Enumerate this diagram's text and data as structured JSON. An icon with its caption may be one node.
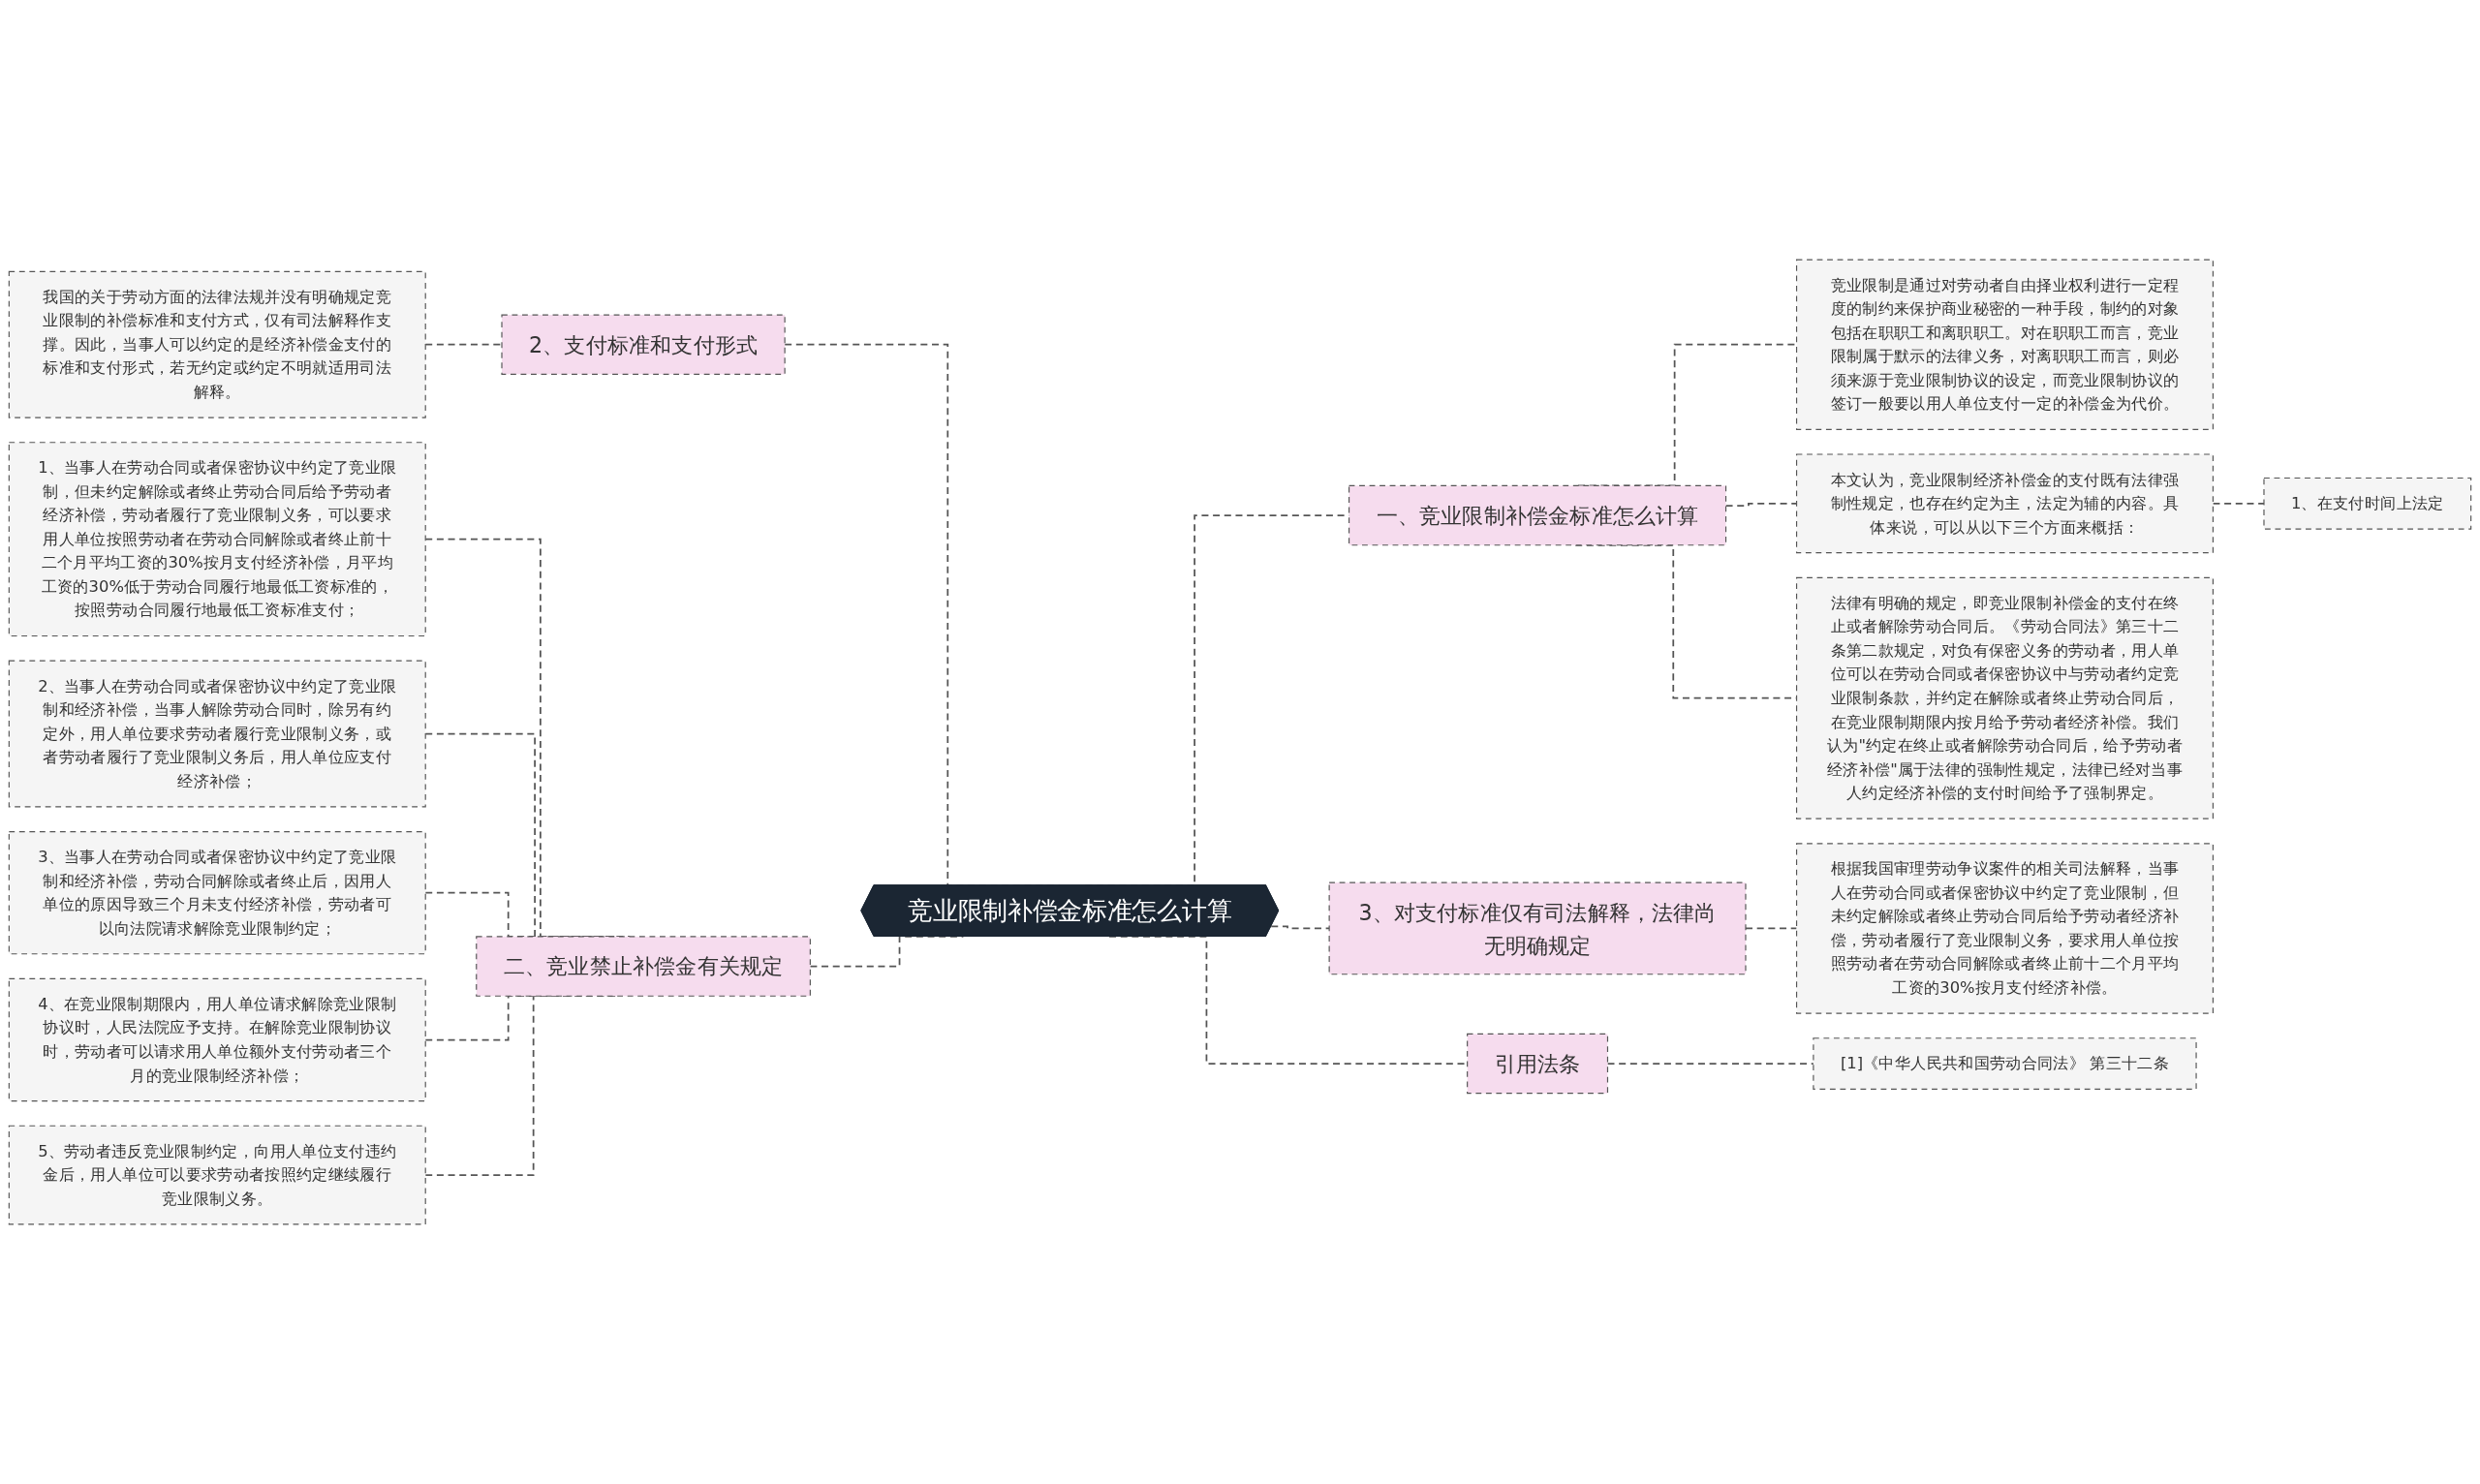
{
  "diagram": {
    "nodes": [
      {
        "text": [
          "竞业限制补偿金标准怎么计算"
        ]
      },
      {
        "text": [
          "一、竞业限制补偿金标准怎么计算"
        ]
      },
      {
        "text": [
          "竞业限制是通过对劳动者自由择业权利进行一定程度的制约来保护商业秘密的一种手段，制约的对象包括在职职工和离职职工。对在职职工而言，竞业限制属于默示的法律义务，对离职职工而言，则必须来源于竞业限制协议的设定，而竞业限制协议的签订一般要以用人单位支付一定的补偿金为代价。"
        ]
      },
      {
        "text": [
          "本文认为，竞业限制经济补偿金的支付既有法律强制性规定，也存在约定为主，法定为辅的内容。具体来说，可以从以下三个方面来概括："
        ]
      },
      {
        "text": [
          "1、在支付时间上法定"
        ]
      },
      {
        "text": [
          "法律有明确的规定，即竞业限制补偿金的支付在终止或者解除劳动合同后。《劳动合同法》第三十二条第二款规定，对负有保密义务的劳动者，用人单位可以在劳动合同或者保密协议中与劳动者约定竞业限制条款，并约定在解除或者终止劳动合同后，在竞业限制期限内按月给予劳动者经济补偿。我们认为\"约定在终止或者解除劳动合同后，给予劳动者经济补偿\"属于法律的强制性规定，法律已经对当事人约定经济补偿的支付时间给予了强制界定。"
        ]
      },
      {
        "text": [
          "3、对支付标准仅有司法解释，法律尚无明确规定"
        ]
      },
      {
        "text": [
          "根据我国审理劳动争议案件的相关司法解释，当事人在劳动合同或者保密协议中约定了竞业限制，但未约定解除或者终止劳动合同后给予劳动者经济补偿，劳动者履行了竞业限制义务，要求用人单位按照劳动者在劳动合同解除或者终止前十二个月平均工资的30%按月支付经济补偿。"
        ]
      },
      {
        "text": [
          "引用法条"
        ]
      },
      {
        "text": [
          "[1]《中华人民共和国劳动合同法》 第三十二条"
        ]
      },
      {
        "text": [
          "2、支付标准和支付形式"
        ]
      },
      {
        "text": [
          "我国的关于劳动方面的法律法规并没有明确规定竞业限制的补偿标准和支付方式，仅有司法解释作支撑。因此，当事人可以约定的是经济补偿金支付的标准和支付形式，若无约定或约定不明就适用司法解释。"
        ]
      },
      {
        "text": [
          "二、竞业禁止补偿金有关规定"
        ]
      },
      {
        "text": [
          "1、当事人在劳动合同或者保密协议中约定了竞业限制，但未约定解除或者终止劳动合同后给予劳动者经济补偿，劳动者履行了竞业限制义务，可以要求用人单位按照劳动者在劳动合同解除或者终止前十二个月平均工资的30%按月支付经济补偿，月平均工资的30%低于劳动合同履行地最低工资标准的，按照劳动合同履行地最低工资标准支付；"
        ]
      },
      {
        "text": [
          "2、当事人在劳动合同或者保密协议中约定了竞业限制和经济补偿，当事人解除劳动合同时，除另有约定外，用人单位要求劳动者履行竞业限制义务，或者劳动者履行了竞业限制义务后，用人单位应支付经济补偿；"
        ]
      },
      {
        "text": [
          "3、当事人在劳动合同或者保密协议中约定了竞业限制和经济补偿，劳动合同解除或者终止后，因用人单位的原因导致三个月未支付经济补偿，劳动者可以向法院请求解除竞业限制约定；"
        ]
      },
      {
        "text": [
          "4、在竞业限制期限内，用人单位请求解除竞业限制协议时，人民法院应予支持。在解除竞业限制协议时，劳动者可以请求用人单位额外支付劳动者三个月的竞业限制经济补偿；"
        ]
      },
      {
        "text": [
          "5、劳动者违反竞业限制约定，向用人单位支付违约金后，用人单位可以要求劳动者按照约定继续履行竞业限制义务。"
        ]
      }
    ],
    "edges": [
      {
        "from": 0,
        "to": 1,
        "arrow": "none",
        "style": "dashed"
      },
      {
        "from": 1,
        "to": 2,
        "arrow": "none",
        "style": "dashed"
      },
      {
        "from": 1,
        "to": 3,
        "arrow": "none",
        "style": "dashed"
      },
      {
        "from": 3,
        "to": 4,
        "arrow": "none",
        "style": "dashed"
      },
      {
        "from": 1,
        "to": 5,
        "arrow": "none",
        "style": "dashed"
      },
      {
        "from": 0,
        "to": 6,
        "arrow": "none",
        "style": "dashed"
      },
      {
        "from": 6,
        "to": 7,
        "arrow": "none",
        "style": "dashed"
      },
      {
        "from": 0,
        "to": 8,
        "arrow": "none",
        "style": "dashed"
      },
      {
        "from": 8,
        "to": 9,
        "arrow": "none",
        "style": "dashed"
      },
      {
        "from": 11,
        "to": 10,
        "arrow": "none",
        "style": "dashed"
      },
      {
        "from": 10,
        "to": 0,
        "arrow": "none",
        "style": "dashed"
      },
      {
        "from": 13,
        "to": 12,
        "arrow": "none",
        "style": "dashed"
      },
      {
        "from": 14,
        "to": 12,
        "arrow": "none",
        "style": "dashed"
      },
      {
        "from": 15,
        "to": 12,
        "arrow": "none",
        "style": "dashed"
      },
      {
        "from": 16,
        "to": 12,
        "arrow": "none",
        "style": "dashed"
      },
      {
        "from": 17,
        "to": 12,
        "arrow": "none",
        "style": "dashed"
      },
      {
        "from": 12,
        "to": 0,
        "arrow": "none",
        "style": "dashed"
      }
    ]
  }
}
